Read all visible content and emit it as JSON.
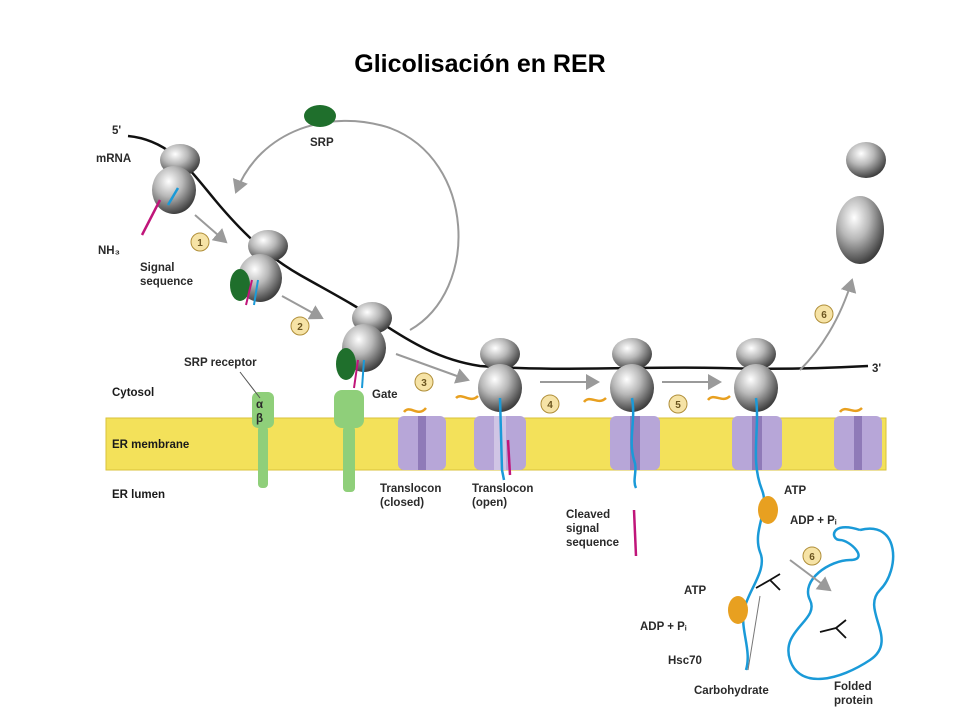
{
  "title": "Glicolisación en RER",
  "mrna": {
    "five_prime": "5'",
    "mrna_label": "mRNA",
    "three_prime": "3'"
  },
  "labels": {
    "srp": "SRP",
    "nh3": "NH₃",
    "signal_sequence": [
      "Signal",
      "sequence"
    ],
    "srp_receptor": "SRP receptor",
    "alpha": "α",
    "beta": "β",
    "gate": "Gate",
    "translocon_closed": [
      "Translocon",
      "(closed)"
    ],
    "translocon_open": [
      "Translocon",
      "(open)"
    ],
    "cleaved_signal": [
      "Cleaved",
      "signal",
      "sequence"
    ],
    "atp_top": "ATP",
    "adp_top": "ADP + Pᵢ",
    "atp_bottom": "ATP",
    "adp_bottom": "ADP + Pᵢ",
    "hsc70": "Hsc70",
    "carbohydrate": "Carbohydrate",
    "folded_protein": [
      "Folded",
      "protein"
    ]
  },
  "zones": {
    "cytosol": "Cytosol",
    "er_membrane": "ER membrane",
    "er_lumen": "ER lumen"
  },
  "steps": [
    "1",
    "2",
    "3",
    "4",
    "5",
    "6",
    "6"
  ],
  "colors": {
    "membrane": "#f3e15a",
    "membrane_edge": "#d9c23a",
    "translocon": "#b7a6d8",
    "translocon_dark": "#8f7ab8",
    "srp_green": "#1f6f2c",
    "receptor_green": "#8fcf7a",
    "chain_blue": "#1a9ad8",
    "signal_magenta": "#c0157a",
    "hsc70_orange": "#e8a020",
    "step_circle": "#f6e3a6"
  }
}
